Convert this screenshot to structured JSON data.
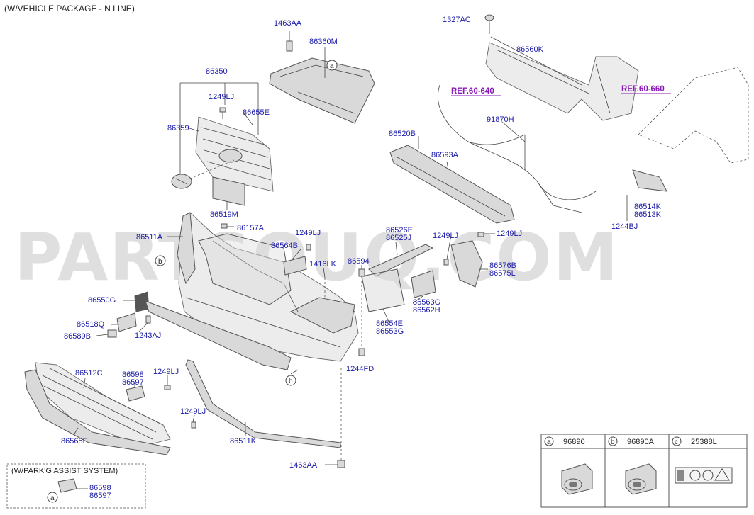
{
  "header": {
    "title": "(W/VEHICLE PACKAGE - N LINE)"
  },
  "watermark": {
    "text": "PARTSOUQ.COM"
  },
  "labels": {
    "l1463AA_top": "1463AA",
    "l86360M": "86360M",
    "l1327AC": "1327AC",
    "l86560K": "86560K",
    "l86350": "86350",
    "l1249LJ_a": "1249LJ",
    "l86655E": "86655E",
    "l86359": "86359",
    "l86519M": "86519M",
    "l91870H": "91870H",
    "l86520B": "86520B",
    "l86593A": "86593A",
    "l86514K": "86514K",
    "l86513K": "86513K",
    "l1244BJ": "1244BJ",
    "l86511A": "86511A",
    "l86157A": "86157A",
    "l1249LJ_b": "1249LJ",
    "l86564B": "86564B",
    "l86526E": "86526E",
    "l86525J": "86525J",
    "l1249LJ_c": "1249LJ",
    "l1249LJ_d": "1249LJ",
    "l1416LK": "1416LK",
    "l86594": "86594",
    "l86576B": "86576B",
    "l86575L": "86575L",
    "l86550G": "86550G",
    "l86563G": "86563G",
    "l86562H": "86562H",
    "l86518Q": "86518Q",
    "l86589B": "86589B",
    "l1243AJ": "1243AJ",
    "l86554E": "86554E",
    "l86553G": "86553G",
    "l1244FD": "1244FD",
    "l86512C": "86512C",
    "l86598": "86598",
    "l86597": "86597",
    "l1249LJ_e": "1249LJ",
    "l1249LJ_f": "1249LJ",
    "l86565F": "86565F",
    "l86511K": "86511K",
    "l1463AA_bot": "1463AA",
    "l86598_b": "86598",
    "l86597_b": "86597"
  },
  "refs": {
    "r1": "REF.60-640",
    "r2": "REF.60-660"
  },
  "callouts": {
    "a": "a",
    "b": "b",
    "c": "c"
  },
  "inset": {
    "title": "(W/PARK'G ASSIST SYSTEM)"
  },
  "legend": {
    "cells": [
      {
        "letter": "a",
        "part": "96890"
      },
      {
        "letter": "b",
        "part": "96890A"
      },
      {
        "letter": "c",
        "part": "25388L"
      }
    ]
  }
}
